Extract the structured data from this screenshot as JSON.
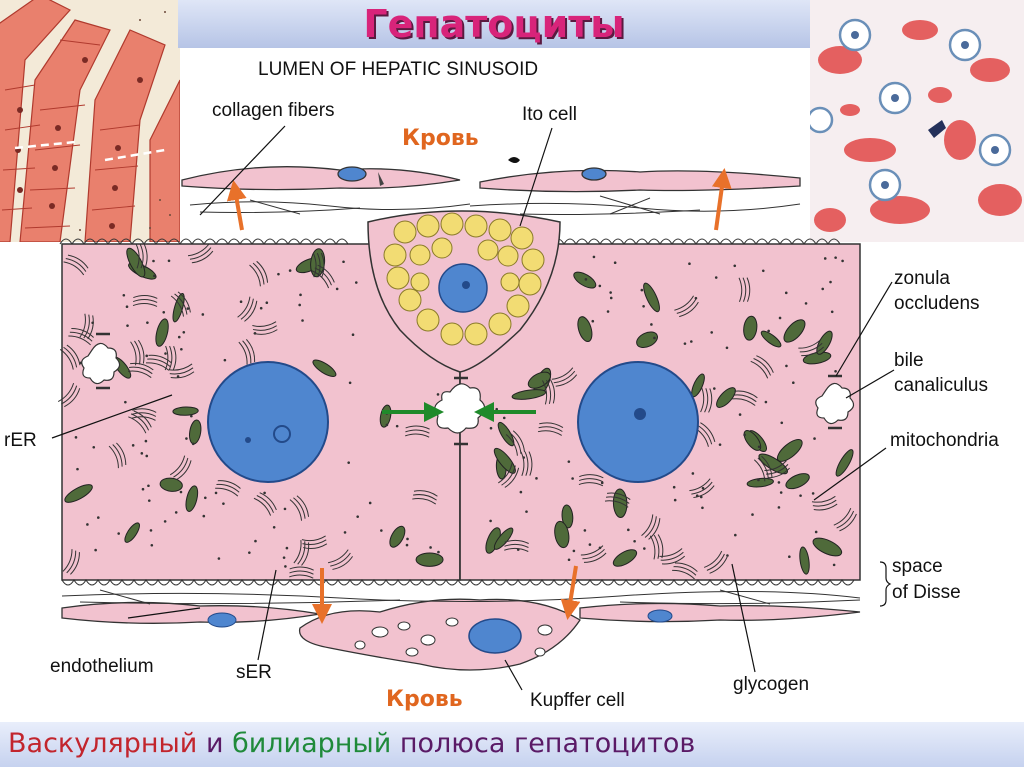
{
  "title": "Гепатоциты",
  "lumen_label": "LUMEN OF HEPATIC SINUSOID",
  "labels": {
    "collagen": "collagen fibers",
    "ito": "Ito cell",
    "zonula_1": "zonula",
    "zonula_2": "occludens",
    "bile_1": "bile",
    "bile_2": "canaliculus",
    "rer": "rER",
    "mito": "mitochondria",
    "disse_1": "space",
    "disse_2": "of Disse",
    "endo": "endothelium",
    "ser": "sER",
    "kupffer": "Kupffer cell",
    "glycogen": "glycogen"
  },
  "blood_top": "Кровь",
  "blood_bottom": "Кровь",
  "caption": {
    "part1": "Васкулярный",
    "part2": " и ",
    "part3": "билиарный",
    "part4": " полюса гепатоцитов"
  },
  "colors": {
    "cytoplasm": "#f2c2cf",
    "nucleus": "#4f86cf",
    "fat_droplet": "#f2dc73",
    "arrow_blood": "#e8712a",
    "arrow_bile": "#1f8a2a",
    "title": "#d8247a",
    "caption_vascular": "#c2252d",
    "caption_biliary": "#1f8a3a",
    "caption_rest": "#5a1a66"
  }
}
